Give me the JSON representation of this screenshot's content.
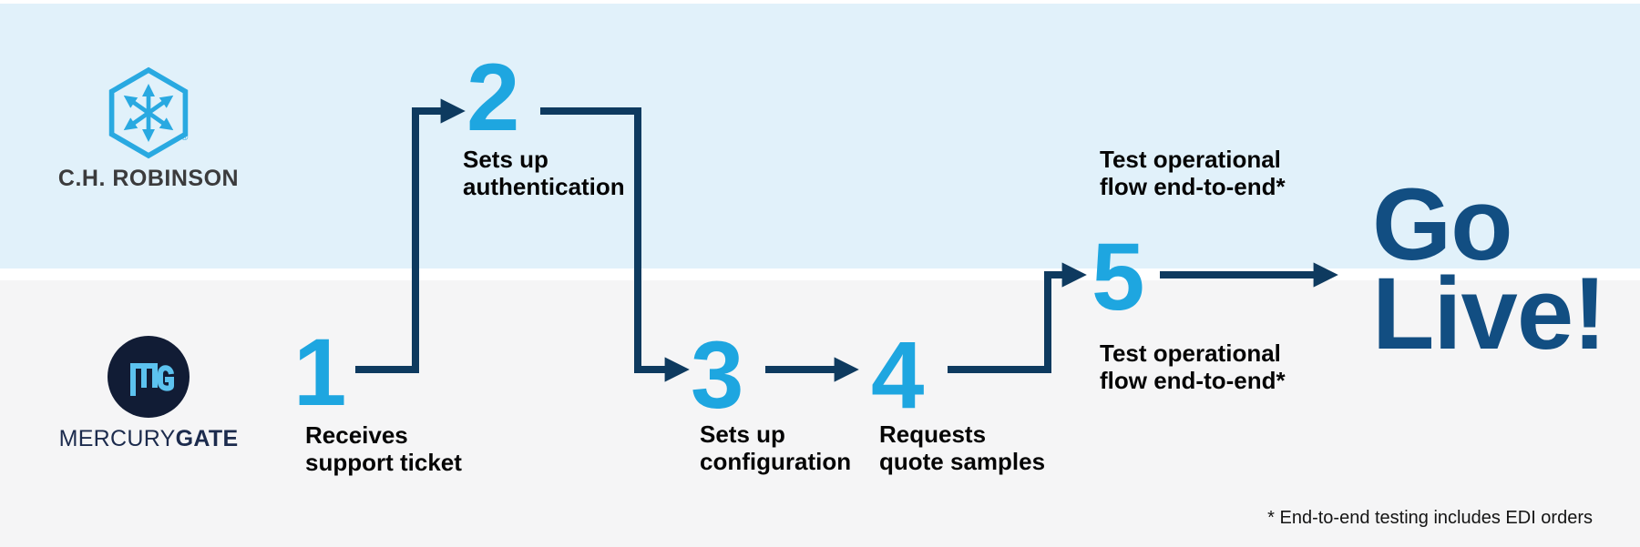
{
  "diagram": {
    "type": "swimlane-process-flow",
    "lanes": [
      {
        "id": "top",
        "company": "C.H. ROBINSON",
        "background": "#E1F1FA"
      },
      {
        "id": "bottom",
        "company": "MERCURYGATE",
        "background": "#F5F5F6"
      }
    ],
    "flow_sequence": [
      "1",
      "2",
      "3",
      "4",
      "5",
      "Go Live!"
    ]
  },
  "companies": {
    "top_name": "C.H. ROBINSON",
    "top_trademark": "®",
    "bottom_name_prefix": "MERCURY",
    "bottom_name_suffix": "GATE"
  },
  "steps": [
    {
      "number": "1",
      "lane": "bottom",
      "label": "Receives\nsupport ticket"
    },
    {
      "number": "2",
      "lane": "top",
      "label": "Sets up\nauthentication"
    },
    {
      "number": "3",
      "lane": "bottom",
      "label": "Sets up\nconfiguration"
    },
    {
      "number": "4",
      "lane": "bottom",
      "label": "Requests\nquote samples"
    },
    {
      "number": "5",
      "lane": "middle",
      "label_top": "Test operational\nflow end-to-end*",
      "label_bottom": "Test operational\nflow end-to-end*"
    }
  ],
  "connectors": [
    {
      "from": "1",
      "to": "2"
    },
    {
      "from": "2",
      "to": "3"
    },
    {
      "from": "3",
      "to": "4"
    },
    {
      "from": "4",
      "to": "5"
    },
    {
      "from": "5",
      "to": "go-live"
    }
  ],
  "outcome": {
    "text": "Go\nLive!"
  },
  "footnote": "* End-to-end testing includes EDI orders",
  "icons": {
    "chr_logo": "chr-hexagon-arrows-logo",
    "mg_logo": "mercurygate-mg-circle-logo"
  },
  "colors": {
    "step_number_blue": "#1EA6E0",
    "connector_navy": "#0E3A5F",
    "go_live_blue": "#124E82",
    "lane_top_blue": "#E1F1FA",
    "lane_bottom_gray": "#F5F5F6",
    "label_black": "#050505",
    "chr_logo_blue": "#29A9E1",
    "chr_text_gray": "#3B3B3C",
    "mg_circle_navy": "#111C35",
    "mg_monogram_blue": "#5CC2EF",
    "mg_text_navy": "#1C2B4D"
  }
}
